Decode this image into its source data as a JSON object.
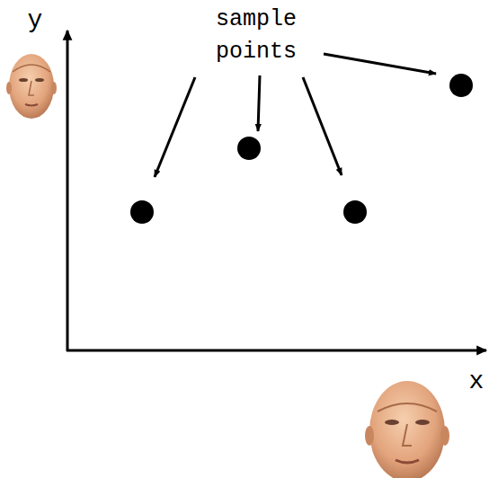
{
  "diagram": {
    "labels": [
      "y",
      "x",
      "sample points"
    ]
  }
}
